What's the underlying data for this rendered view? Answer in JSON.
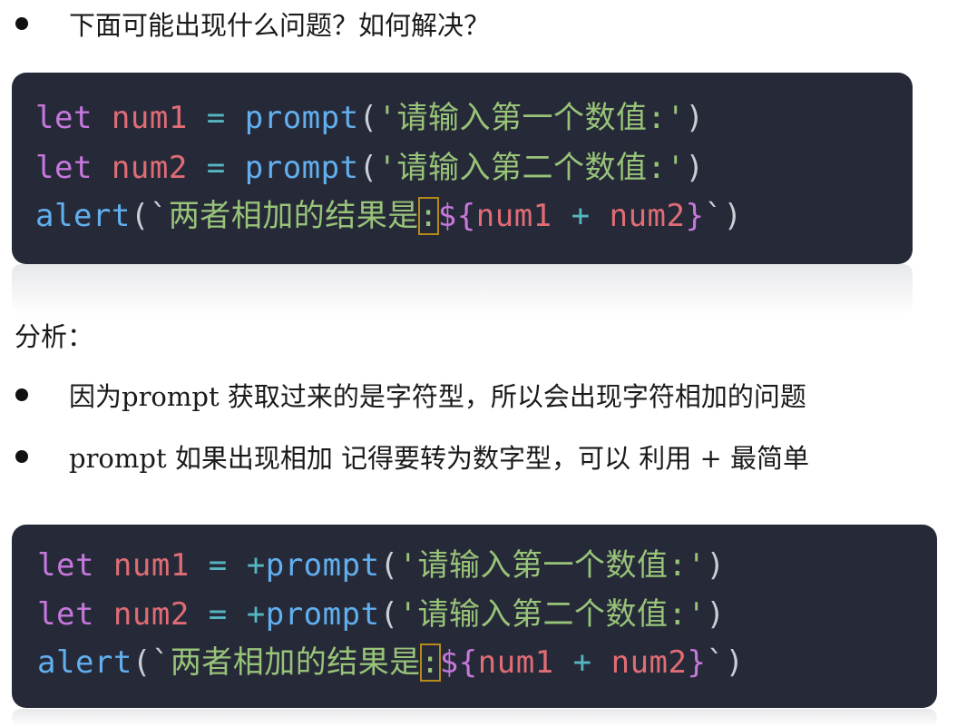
{
  "question": "下面可能出现什么问题？如何解决？",
  "code1": {
    "line1": {
      "kw": "let",
      "var": "num1",
      "op": "=",
      "plus": "",
      "fn": "prompt",
      "open": "(",
      "str": "'请输入第一个数值:'",
      "close": ")"
    },
    "line2": {
      "kw": "let",
      "var": "num2",
      "op": "=",
      "plus": "",
      "fn": "prompt",
      "open": "(",
      "str": "'请输入第二个数值:'",
      "close": ")"
    },
    "line3": {
      "fn": "alert",
      "open": "(`",
      "str": "两者相加的结果是",
      "colon": ":",
      "interp_open": "${",
      "var1": "num1",
      "plus": "+",
      "var2": "num2",
      "interp_close": "}",
      "close": "`)"
    }
  },
  "analysis_label": "分析：",
  "bullets": [
    "因为prompt 获取过来的是字符型，所以会出现字符相加的问题",
    "prompt 如果出现相加 记得要转为数字型，可以 利用 + 最简单"
  ],
  "code2": {
    "line1": {
      "kw": "let",
      "var": "num1",
      "op": "=",
      "plus": "+",
      "fn": "prompt",
      "open": "(",
      "str": "'请输入第一个数值:'",
      "close": ")"
    },
    "line2": {
      "kw": "let",
      "var": "num2",
      "op": "=",
      "plus": "+",
      "fn": "prompt",
      "open": "(",
      "str": "'请输入第二个数值:'",
      "close": ")"
    },
    "line3": {
      "fn": "alert",
      "open": "(`",
      "str": "两者相加的结果是",
      "colon": ":",
      "interp_open": "${",
      "var1": "num1",
      "plus": "+",
      "var2": "num2",
      "interp_close": "}",
      "close": "`)"
    }
  },
  "colors": {
    "code_bg": "#262a38",
    "keyword": "#c678dd",
    "variable": "#e06c75",
    "function": "#61afef",
    "string": "#98c379",
    "operator": "#56b6c2",
    "highlight_box": "#b58a1a"
  }
}
